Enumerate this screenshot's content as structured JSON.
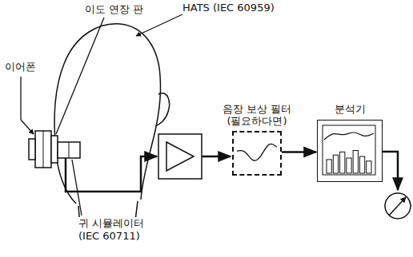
{
  "diagram": {
    "nodes": [
      {
        "text": [
          "음장 보상 필터 (필요하다면)"
        ]
      },
      {
        "text": [
          "분석기"
        ]
      }
    ],
    "edges": [
      {
        "from": 0,
        "to": 1,
        "arrow": "to"
      }
    ],
    "labels": [
      "이도 연장 판",
      "HATS (IEC 60959)",
      "이어폰",
      "귀 시뮬레이터 (IEC 60711)"
    ]
  }
}
